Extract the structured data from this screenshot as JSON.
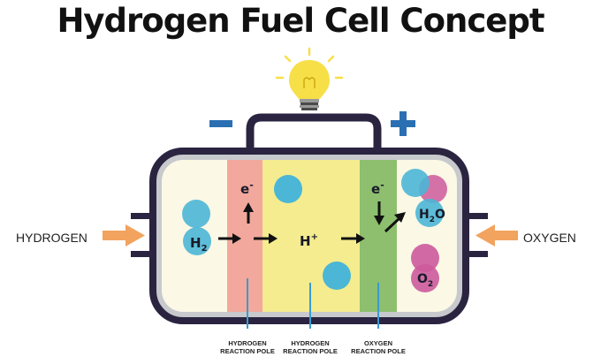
{
  "title": "Hydrogen Fuel Cell Concept",
  "labels": {
    "hydrogen": "HYDROGEN",
    "oxygen": "OXYGEN",
    "minus": "−",
    "plus": "+"
  },
  "particles": {
    "h2": "H",
    "h2_sub": "2",
    "h_plus": "H",
    "h_plus_sup": "+",
    "electron": "e",
    "electron_sup": "-",
    "h2o": "H",
    "h2o_sub": "2",
    "h2o_o": "O",
    "o2": "O",
    "o2_sub": "2"
  },
  "poles": [
    {
      "line1": "HYDROGEN",
      "line2": "REACTION POLE"
    },
    {
      "line1": "HYDROGEN",
      "line2": "REACTION POLE"
    },
    {
      "line1": "OXYGEN",
      "line2": "REACTION POLE"
    }
  ],
  "colors": {
    "frame": "#2a2440",
    "casing": "#c7c9cd",
    "inner": "#fbf8e5",
    "anode": "#f2a89c",
    "electrolyte": "#f4ec8e",
    "cathode": "#8dbf6e",
    "blue_particle": "#4bb6d6",
    "pink_particle": "#cc5a9c",
    "arrow_orange": "#f2a35e",
    "terminal_blue": "#2a6fb2",
    "bulb": "#f7df48"
  }
}
